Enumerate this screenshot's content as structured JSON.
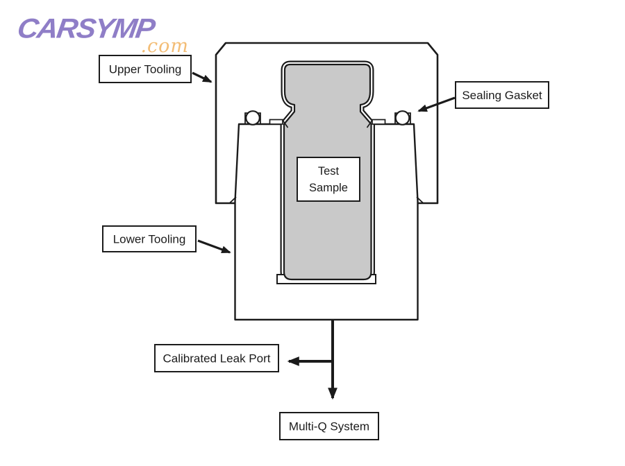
{
  "logo": {
    "brand": "CARSYMP",
    "suffix": ".com",
    "brand_color": "#8f7ec7",
    "suffix_color": "#f3bd76"
  },
  "diagram": {
    "labels": {
      "upper_tooling": "Upper Tooling",
      "sealing_gasket": "Sealing Gasket",
      "test_sample_line1": "Test",
      "test_sample_line2": "Sample",
      "lower_tooling": "Lower Tooling",
      "calibrated_leak_port": "Calibrated Leak Port",
      "multi_q_system": "Multi-Q System"
    },
    "colors": {
      "line": "#1b1b1b",
      "sample_fill": "#c9c9c9",
      "background": "#ffffff"
    }
  }
}
